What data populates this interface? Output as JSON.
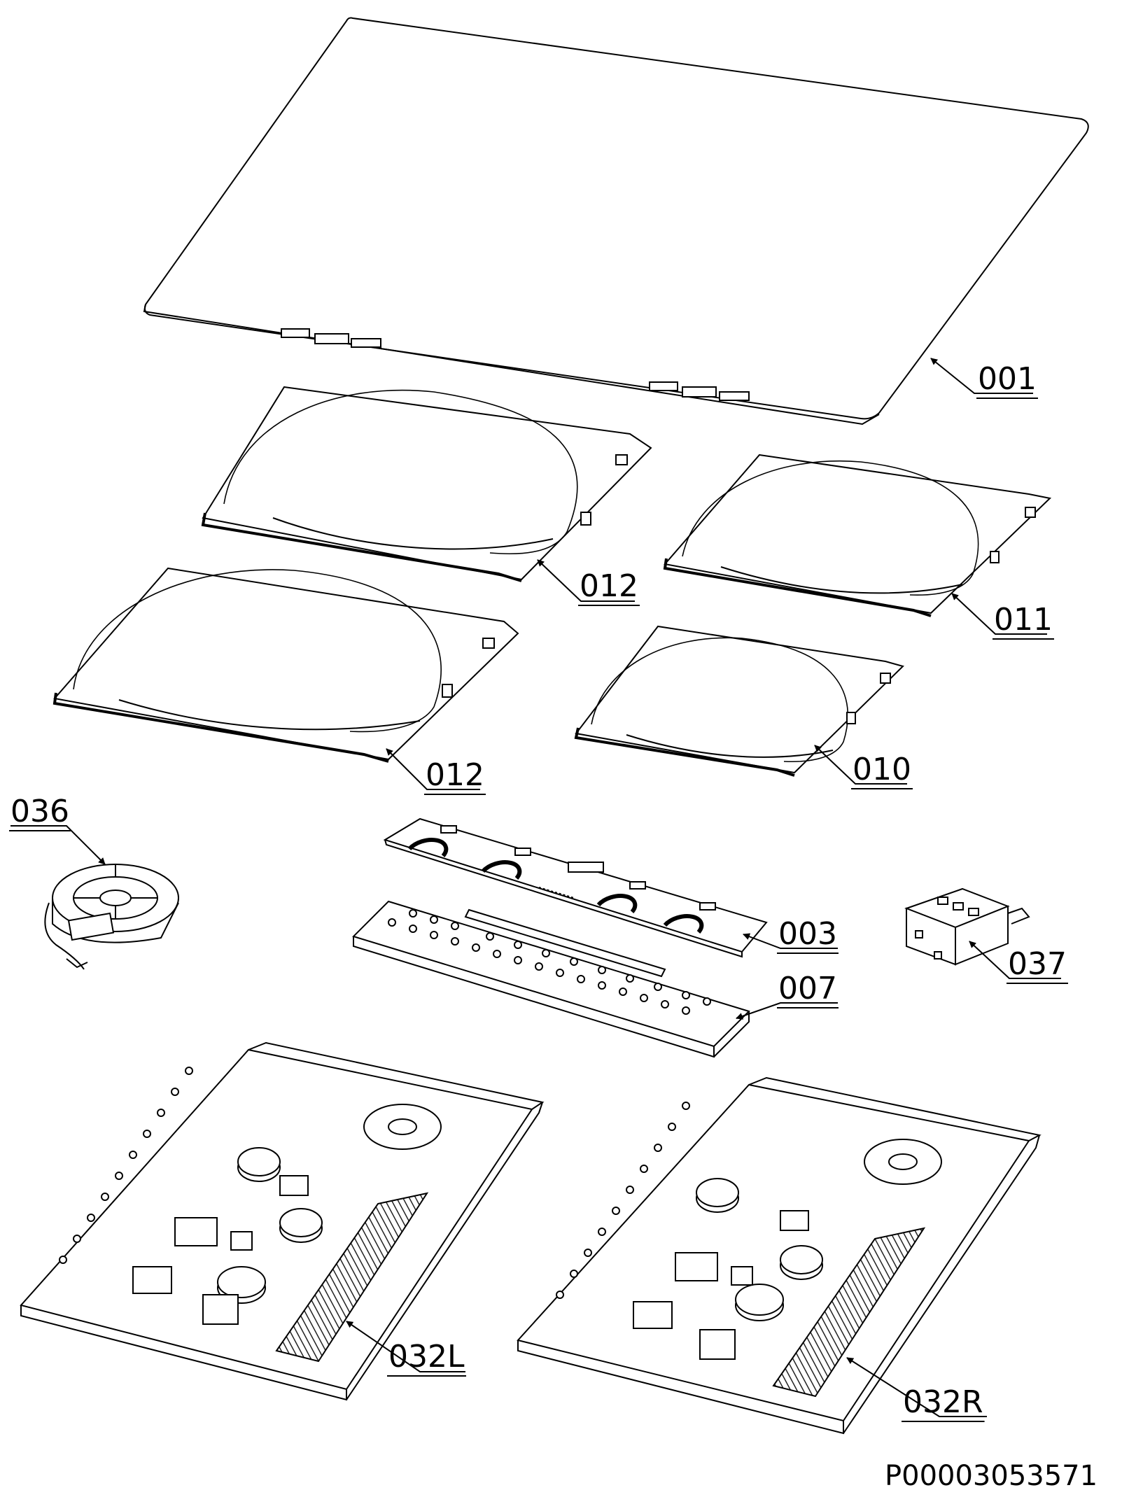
{
  "diagram": {
    "document_number": "P00003053571",
    "labels": {
      "l001": "001",
      "l012a": "012",
      "l011": "011",
      "l012b": "012",
      "l010": "010",
      "l036": "036",
      "l003": "003",
      "l007": "007",
      "l037": "037",
      "l032L": "032L",
      "l032R": "032R"
    }
  }
}
